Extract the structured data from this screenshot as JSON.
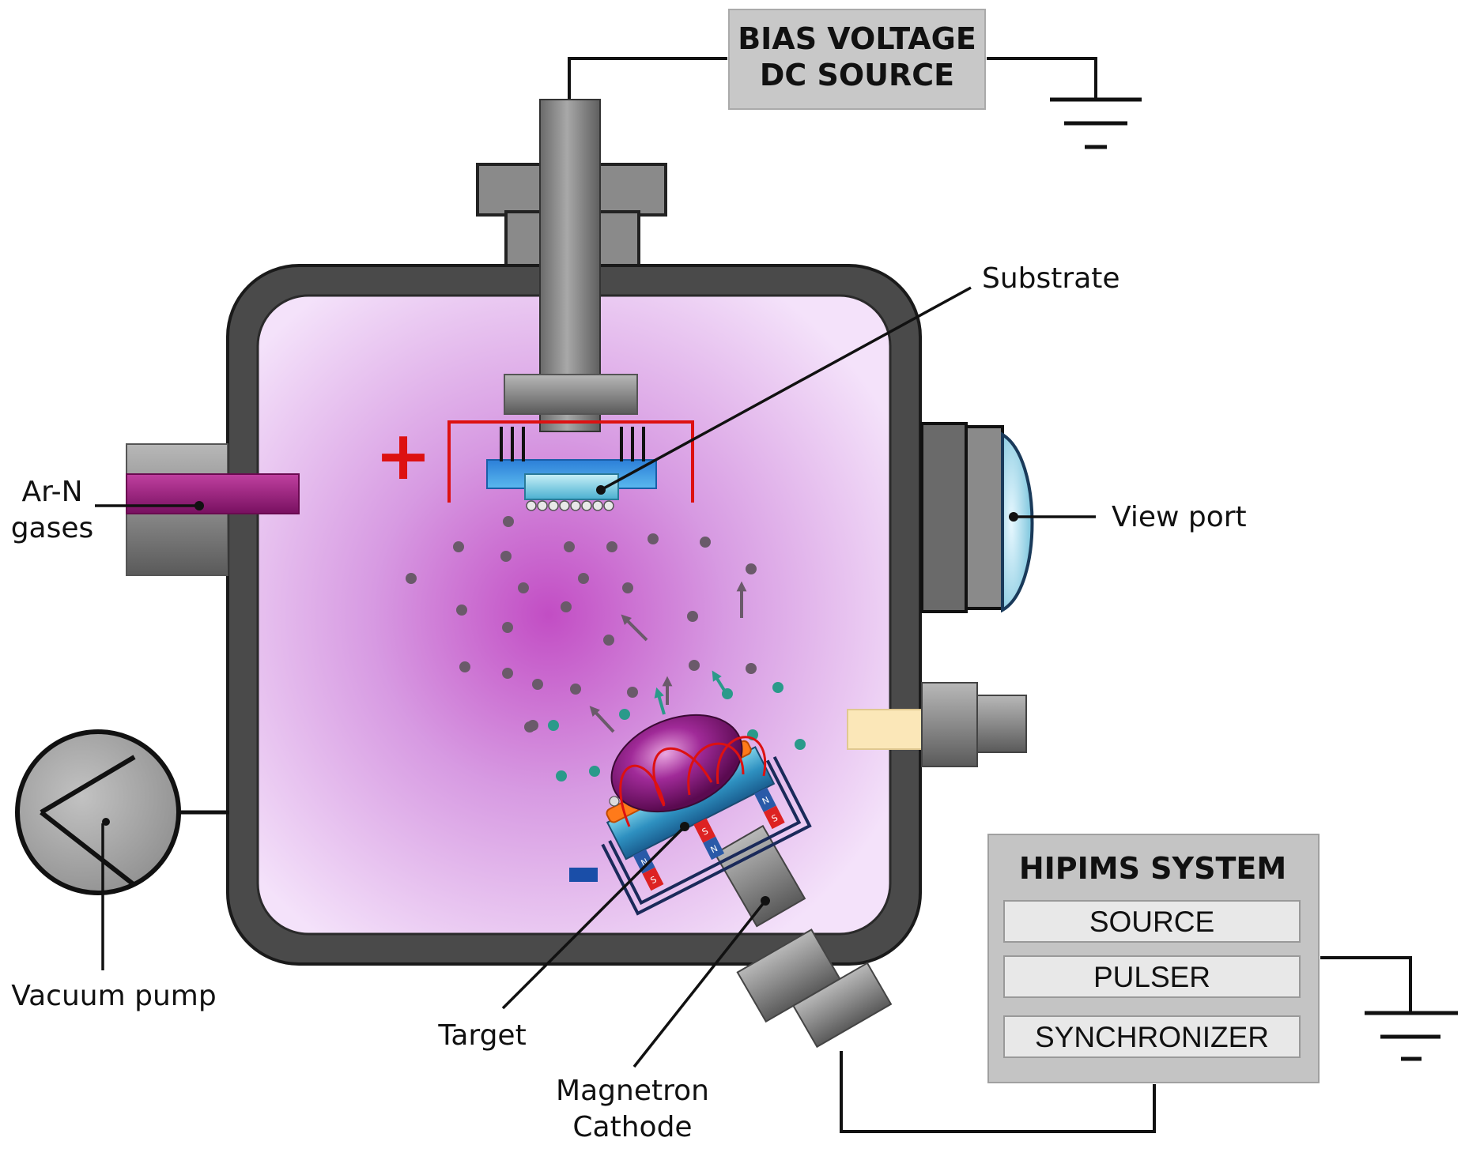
{
  "bias_source": {
    "line1": "BIAS VOLTAGE",
    "line2": "DC  SOURCE"
  },
  "hipims": {
    "title": "HIPIMS   SYSTEM",
    "items": [
      "SOURCE",
      "PULSER",
      "SYNCHRONIZER"
    ]
  },
  "labels": {
    "substrate": "Substrate",
    "view_port": "View port",
    "gas_line1": "Ar-N",
    "gas_line2": "gases",
    "vacuum_pump": "Vacuum pump",
    "target": "Target",
    "magnetron_line1": "Magnetron",
    "magnetron_line2": "Cathode"
  },
  "polarity": {
    "positive": "+",
    "negative": "−"
  },
  "magnet_poles": {
    "north": "N",
    "south": "S"
  },
  "colors": {
    "plasma_center": "#c050c0",
    "plasma_edge": "#f0d8f8",
    "chamber_wall": "#4a4a4a",
    "bias_wire": "#dd1111",
    "substrate_holder": "#2a8ad8",
    "target": "#ff7a1a",
    "gas_inlet": "#a01a78",
    "view_port_glass": "#9ad8ec",
    "negative_marker": "#1a4ea8"
  }
}
